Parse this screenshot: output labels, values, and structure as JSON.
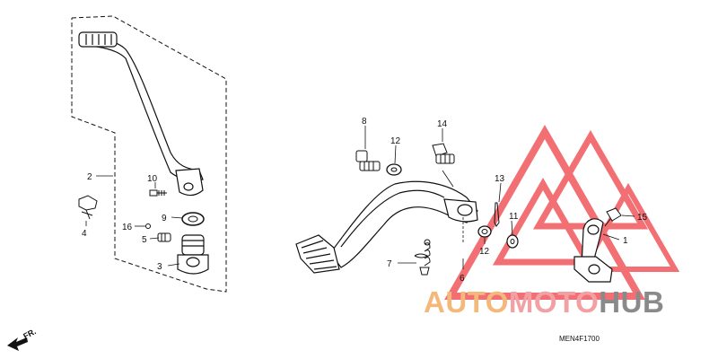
{
  "diagram_code": "MEN4F1700",
  "direction_label": "FR.",
  "parts": [
    {
      "id": "p1",
      "label": "1"
    },
    {
      "id": "p2",
      "label": "2"
    },
    {
      "id": "p3",
      "label": "3"
    },
    {
      "id": "p4",
      "label": "4"
    },
    {
      "id": "p5",
      "label": "5"
    },
    {
      "id": "p6",
      "label": "6"
    },
    {
      "id": "p7",
      "label": "7"
    },
    {
      "id": "p8",
      "label": "8"
    },
    {
      "id": "p9",
      "label": "9"
    },
    {
      "id": "p10",
      "label": "10"
    },
    {
      "id": "p11",
      "label": "11"
    },
    {
      "id": "p12a",
      "label": "12"
    },
    {
      "id": "p12b",
      "label": "12"
    },
    {
      "id": "p13",
      "label": "13"
    },
    {
      "id": "p14",
      "label": "14"
    },
    {
      "id": "p15",
      "label": "15"
    },
    {
      "id": "p16",
      "label": "16"
    }
  ],
  "watermark": {
    "text_part1": "AUTO",
    "text_part2": "MOTO",
    "text_part3": "HUB",
    "color_orange": "#f4b97a",
    "color_pink": "#f2a0a4",
    "color_gray": "#8a8a8a",
    "logo_color": "#ee3f45"
  }
}
